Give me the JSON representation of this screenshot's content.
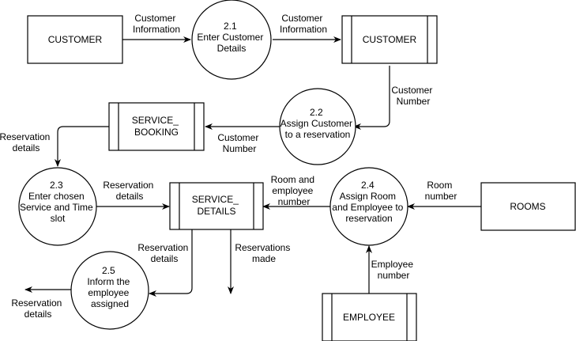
{
  "entities": {
    "customer_source": "CUSTOMER",
    "rooms": "ROOMS",
    "employee": "EMPLOYEE"
  },
  "stores": {
    "customer": "CUSTOMER",
    "service_booking": [
      "SERVICE_",
      "BOOKING"
    ],
    "service_details": [
      "SERVICE_",
      "DETAILS"
    ]
  },
  "processes": {
    "p21": [
      "2.1",
      "Enter Customer",
      "Details"
    ],
    "p22": [
      "2.2",
      "Assign Customer",
      "to a reservation"
    ],
    "p23": [
      "2.3",
      "Enter chosen",
      "Service and Time",
      "slot"
    ],
    "p24": [
      "2.4",
      "Assign Room",
      "and Employee to",
      "reservation"
    ],
    "p25": [
      "2.5",
      "Inform the",
      "employee",
      "assigned"
    ]
  },
  "flows": {
    "f_cust_info_1": [
      "Customer",
      "Information"
    ],
    "f_cust_info_2": [
      "Customer",
      "Information"
    ],
    "f_cust_num_1": [
      "Customer",
      "Number"
    ],
    "f_cust_num_2": [
      "Customer",
      "Number"
    ],
    "f_res_details_1": [
      "Reservation",
      "details"
    ],
    "f_res_details_2": [
      "Reservation",
      "details"
    ],
    "f_room_emp": [
      "Room and",
      "employee",
      "number"
    ],
    "f_room_num": [
      "Room",
      "number"
    ],
    "f_emp_num": [
      "Employee",
      "number"
    ],
    "f_res_details_3": [
      "Reservation",
      "details"
    ],
    "f_res_made": [
      "Reservations",
      "made"
    ],
    "f_res_details_4": [
      "Reservation",
      "details"
    ]
  }
}
